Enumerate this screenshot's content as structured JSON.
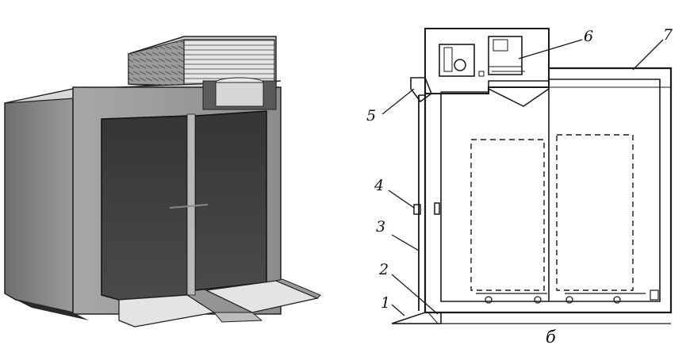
{
  "callouts": {
    "c1": "1",
    "c2": "2",
    "c3": "3",
    "c4": "4",
    "c5": "5",
    "c6": "6",
    "c7": "7"
  },
  "panel_b_label": "б",
  "colors": {
    "ink": "#1a1a1a",
    "body_shade": "#8a8a8a",
    "door_dark": "#3a3a3a",
    "paper": "#ffffff"
  }
}
